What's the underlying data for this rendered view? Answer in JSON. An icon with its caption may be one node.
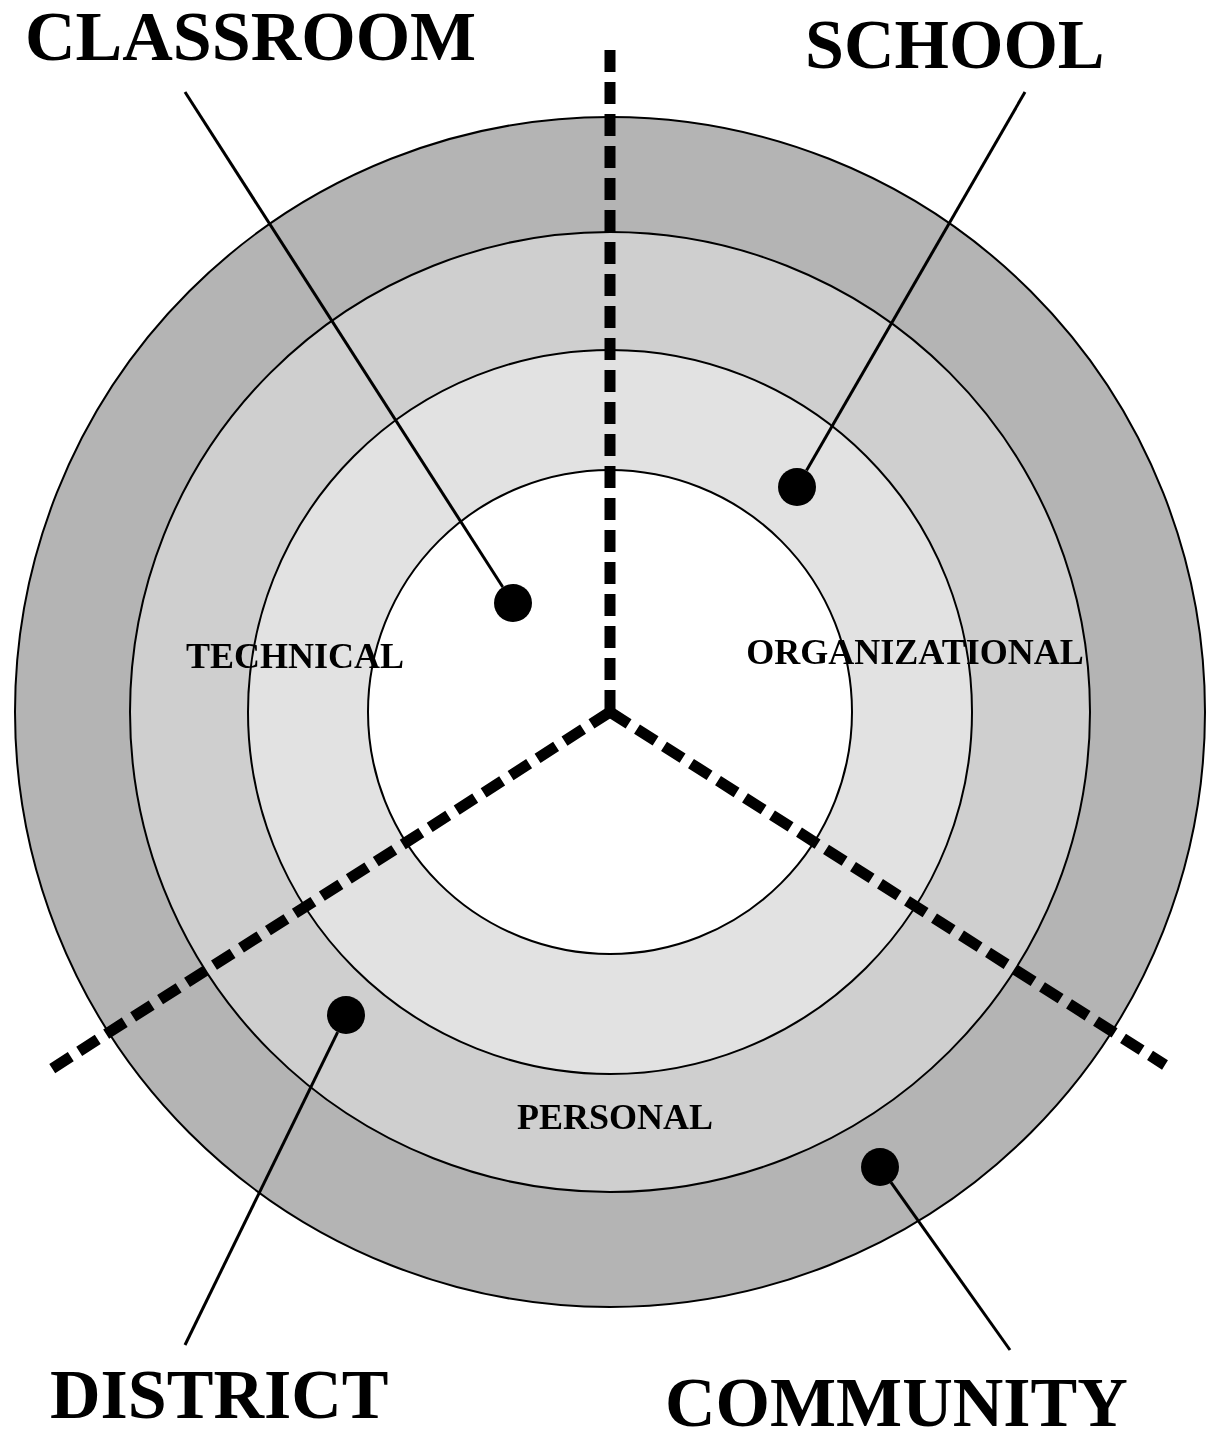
{
  "diagram": {
    "nodes": [
      {
        "text": [
          "CLASSROOM"
        ]
      },
      {
        "text": [
          "SCHOOL"
        ]
      },
      {
        "text": [
          "DISTRICT"
        ]
      },
      {
        "text": [
          "COMMUNITY"
        ]
      },
      {
        "text": [],
        "shape": "circle"
      },
      {
        "text": [],
        "shape": "circle"
      },
      {
        "text": [],
        "shape": "circle"
      },
      {
        "text": [],
        "shape": "circle"
      }
    ],
    "edges": [
      {
        "from": 0,
        "to": 4,
        "arrow": "none"
      },
      {
        "from": 1,
        "to": 5,
        "arrow": "none"
      },
      {
        "from": 2,
        "to": 6,
        "arrow": "none"
      },
      {
        "from": 3,
        "to": 7,
        "arrow": "none"
      }
    ],
    "labels": [
      "TECHNICAL",
      "ORGANIZATIONAL",
      "PERSONAL"
    ]
  }
}
